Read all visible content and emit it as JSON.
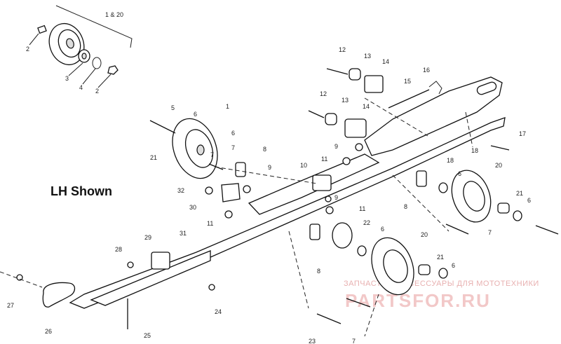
{
  "diagram": {
    "title": "LH Shown",
    "group_label": "1 & 20",
    "callouts": {
      "c1_top": "1",
      "c2a": "2",
      "c2b": "2",
      "c3": "3",
      "c4": "4",
      "c5": "5",
      "c6a": "6",
      "c6b": "6",
      "c6c": "6",
      "c6d": "6",
      "c6e": "6",
      "c6f": "6",
      "c7a": "7",
      "c7b": "7",
      "c7c": "7",
      "c7d": "7",
      "c8a": "8",
      "c8b": "8",
      "c8c": "8",
      "c9a": "9",
      "c9b": "9",
      "c9c": "9",
      "c10": "10",
      "c11a": "11",
      "c11b": "11",
      "c11c": "11",
      "c12a": "12",
      "c12b": "12",
      "c13a": "13",
      "c13b": "13",
      "c14a": "14",
      "c14b": "14",
      "c15": "15",
      "c16": "16",
      "c17": "17",
      "c18a": "18",
      "c18b": "18",
      "c20a": "20",
      "c20b": "20",
      "c21a": "21",
      "c21b": "21",
      "c21c": "21",
      "c22": "22",
      "c23": "23",
      "c24": "24",
      "c25": "25",
      "c26": "26",
      "c27": "27",
      "c28": "28",
      "c29": "29",
      "c30": "30",
      "c31": "31",
      "c32": "32"
    }
  },
  "watermark": {
    "subtitle": "ЗАПЧАСТИ И АКСЕССУАРЫ ДЛЯ МОТОТЕХНИКИ",
    "brand": "PARTSFOR.RU"
  }
}
